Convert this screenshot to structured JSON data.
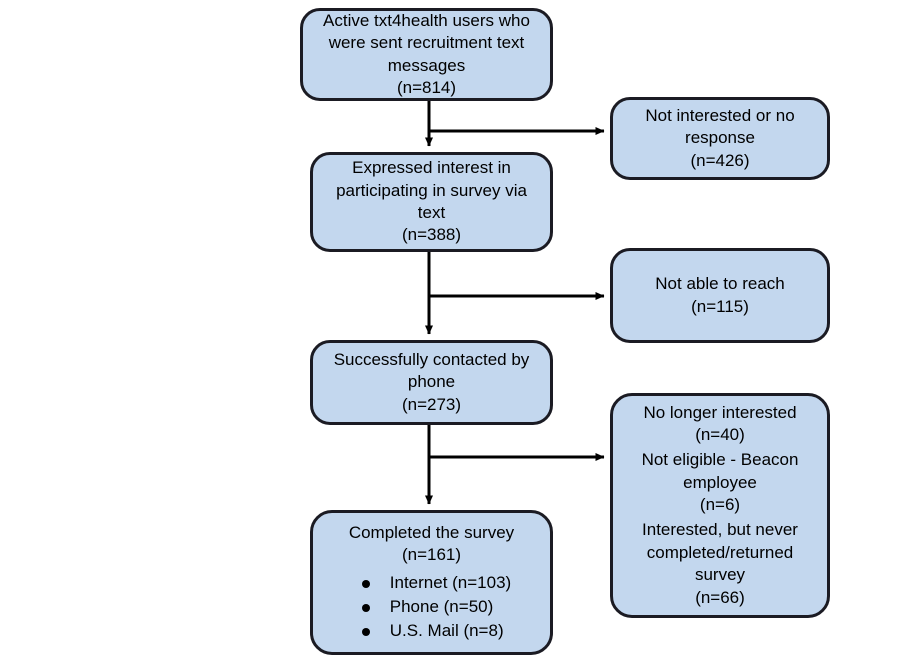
{
  "figure": {
    "type": "flowchart",
    "title": "txt4health survey recruitment flow",
    "colors": {
      "node_fill": "#c3d7ee",
      "node_border": "#1b1b23",
      "background": "#ffffff",
      "text": "#000000"
    }
  },
  "chart_data": {
    "type": "flowchart",
    "nodes": [
      {
        "id": "box1",
        "label": "Active txt4health users who were sent recruitment text messages",
        "n": 814
      },
      {
        "id": "box2",
        "label": "Expressed interest in participating in survey via text",
        "n": 388
      },
      {
        "id": "box3",
        "label": "Successfully contacted by phone",
        "n": 273
      },
      {
        "id": "box4",
        "label": "Completed the survey",
        "n": 161
      },
      {
        "id": "side1",
        "label": "Not interested or no response",
        "n": 426
      },
      {
        "id": "side2",
        "label": "Not able to reach",
        "n": 115
      },
      {
        "id": "side3a",
        "label": "No longer interested",
        "n": 40
      },
      {
        "id": "side3b",
        "label": "Not eligible - Beacon employee",
        "n": 6
      },
      {
        "id": "side3c",
        "label": "Interested, but never completed/returned survey",
        "n": 66
      }
    ],
    "edges": [
      {
        "from": "box1",
        "to": "box2"
      },
      {
        "from": "box1",
        "to": "side1"
      },
      {
        "from": "box2",
        "to": "box3"
      },
      {
        "from": "box2",
        "to": "side2"
      },
      {
        "from": "box3",
        "to": "box4"
      },
      {
        "from": "box3",
        "to": "side3"
      }
    ],
    "breakdown": [
      {
        "label": "Internet",
        "n": 103
      },
      {
        "label": "Phone",
        "n": 50
      },
      {
        "label": "U.S. Mail",
        "n": 8
      }
    ]
  },
  "boxes": {
    "box1": {
      "line1": "Active txt4health users who",
      "line2": "were sent recruitment text",
      "line3": "messages",
      "line4": "(n=814)"
    },
    "box2": {
      "line1": "Expressed interest in",
      "line2": "participating in survey via",
      "line3": "text",
      "line4": "(n=388)"
    },
    "box3": {
      "line1": "Successfully contacted by",
      "line2": "phone",
      "line3": "(n=273)"
    },
    "box4": {
      "line1": "Completed the survey",
      "line2": "(n=161)",
      "bullets": [
        "Internet (n=103)",
        "Phone (n=50)",
        "U.S. Mail (n=8)"
      ]
    },
    "side1": {
      "line1": "Not interested or no",
      "line2": "response",
      "line3": "(n=426)"
    },
    "side2": {
      "line1": "Not able to reach",
      "line2": "(n=115)"
    },
    "side3": {
      "group1_line1": "No longer interested",
      "group1_line2": "(n=40)",
      "group2_line1": "Not eligible - Beacon",
      "group2_line2": "employee",
      "group2_line3": "(n=6)",
      "group3_line1": "Interested, but never",
      "group3_line2": "completed/returned",
      "group3_line3": "survey",
      "group3_line4": "(n=66)"
    }
  }
}
